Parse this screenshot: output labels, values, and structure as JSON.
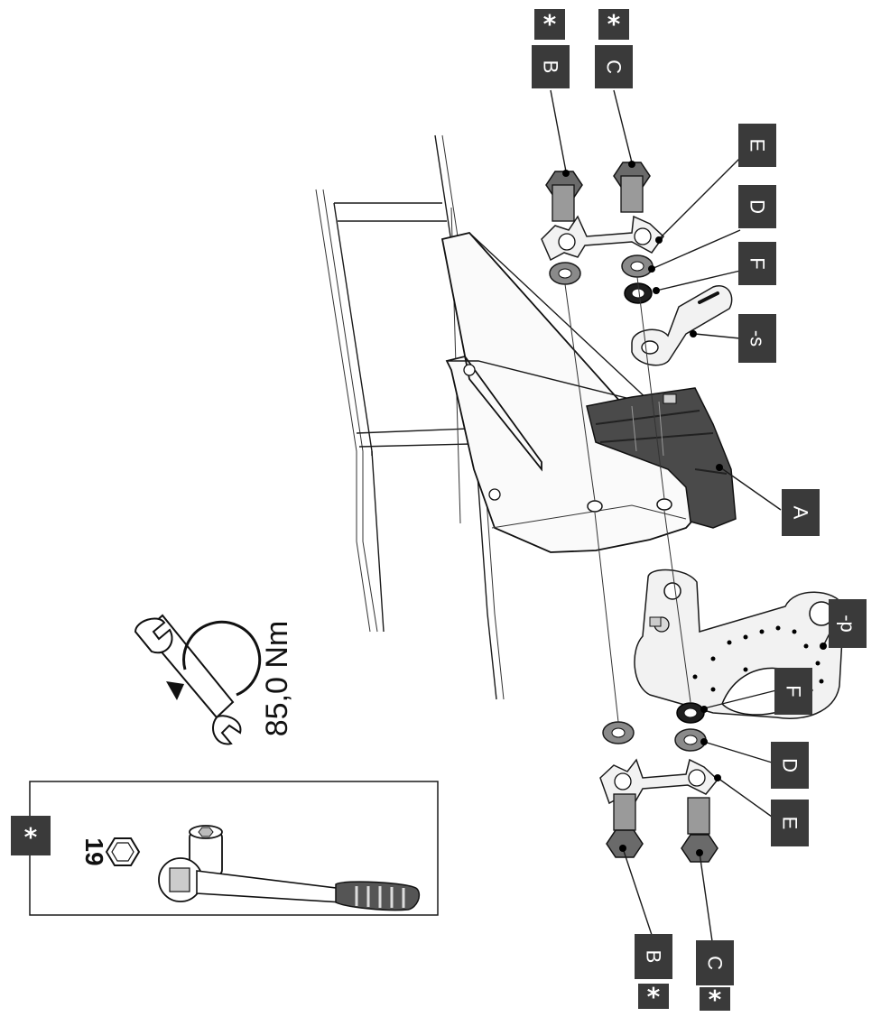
{
  "labels": {
    "A": "A",
    "B": "B",
    "C": "C",
    "D": "D",
    "E": "E",
    "F": "F",
    "s": "-s",
    "p": "-p",
    "star": "*"
  },
  "tools": {
    "size": "19"
  },
  "torque": {
    "value": "85,0 Nm"
  }
}
